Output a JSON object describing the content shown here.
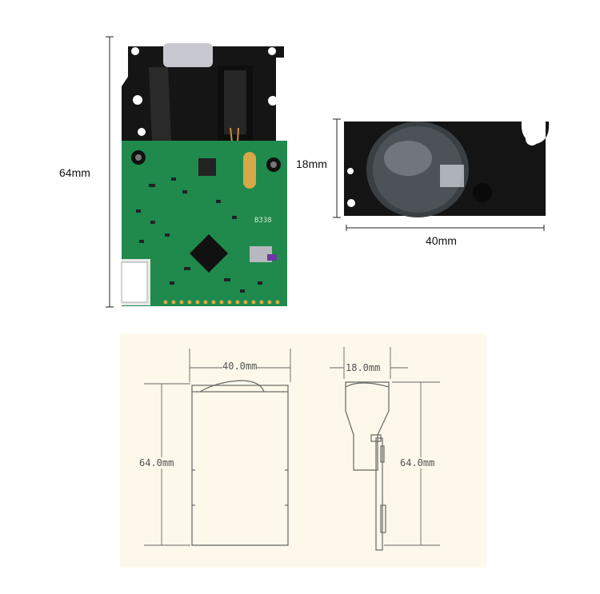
{
  "photo_front": {
    "height_label": "64mm",
    "board_marking": "B338"
  },
  "photo_side": {
    "height_label": "18mm",
    "width_label": "40mm"
  },
  "drawing": {
    "front_width_label": "40.0mm",
    "front_height_label": "64.0mm",
    "side_width_label": "18.0mm",
    "side_height_label": "64.0mm",
    "background_color": "#fdf8e9"
  },
  "colors": {
    "pcb_green": "#1f8a4c",
    "housing_black": "#151515",
    "dimension_line": "#222222",
    "cad_line": "#666666"
  }
}
